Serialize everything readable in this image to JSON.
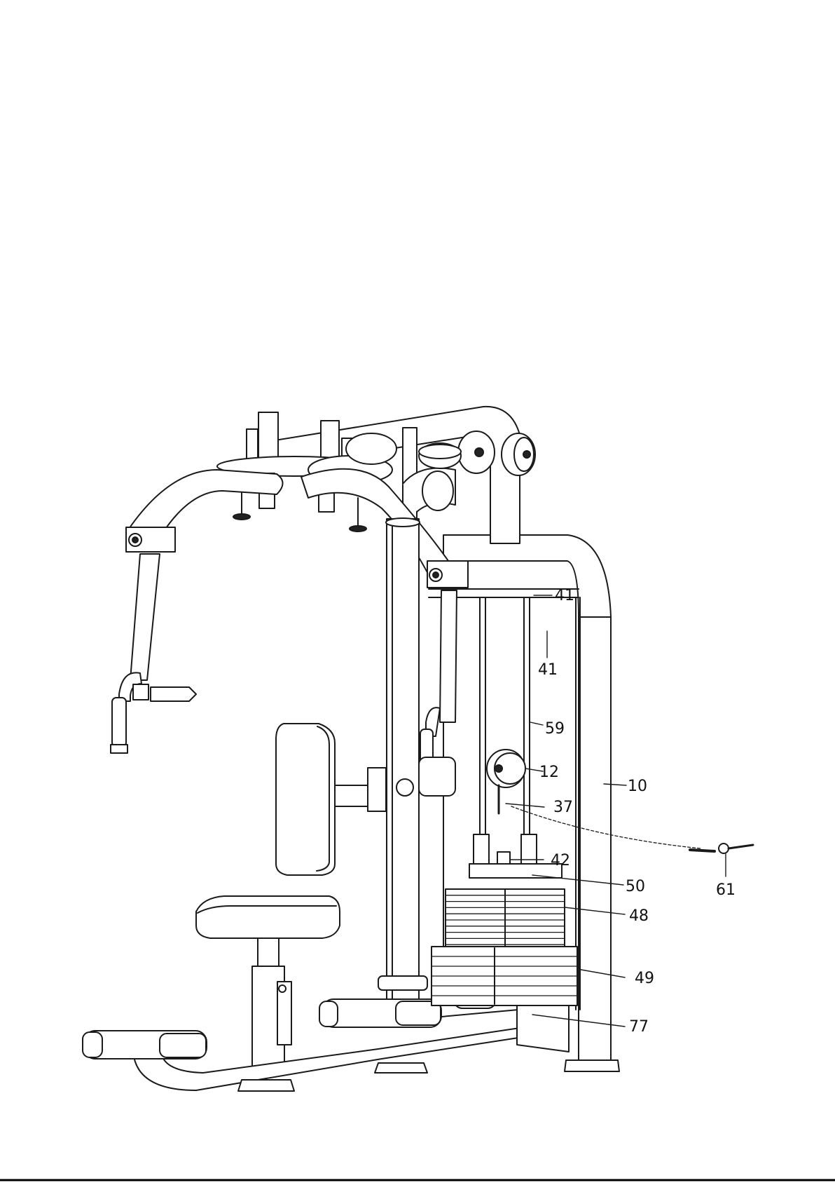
{
  "callouts": [
    {
      "id": "41a",
      "label": "41"
    },
    {
      "id": "41b",
      "label": "41"
    },
    {
      "id": "59",
      "label": "59"
    },
    {
      "id": "12",
      "label": "12"
    },
    {
      "id": "10",
      "label": "10"
    },
    {
      "id": "37",
      "label": "37"
    },
    {
      "id": "42",
      "label": "42"
    },
    {
      "id": "50",
      "label": "50"
    },
    {
      "id": "61",
      "label": "61"
    },
    {
      "id": "48",
      "label": "48"
    },
    {
      "id": "49",
      "label": "49"
    },
    {
      "id": "77",
      "label": "77"
    }
  ],
  "colors": {
    "line": "#1a1a1a",
    "fill": "#ffffff",
    "dark": "#222222"
  }
}
